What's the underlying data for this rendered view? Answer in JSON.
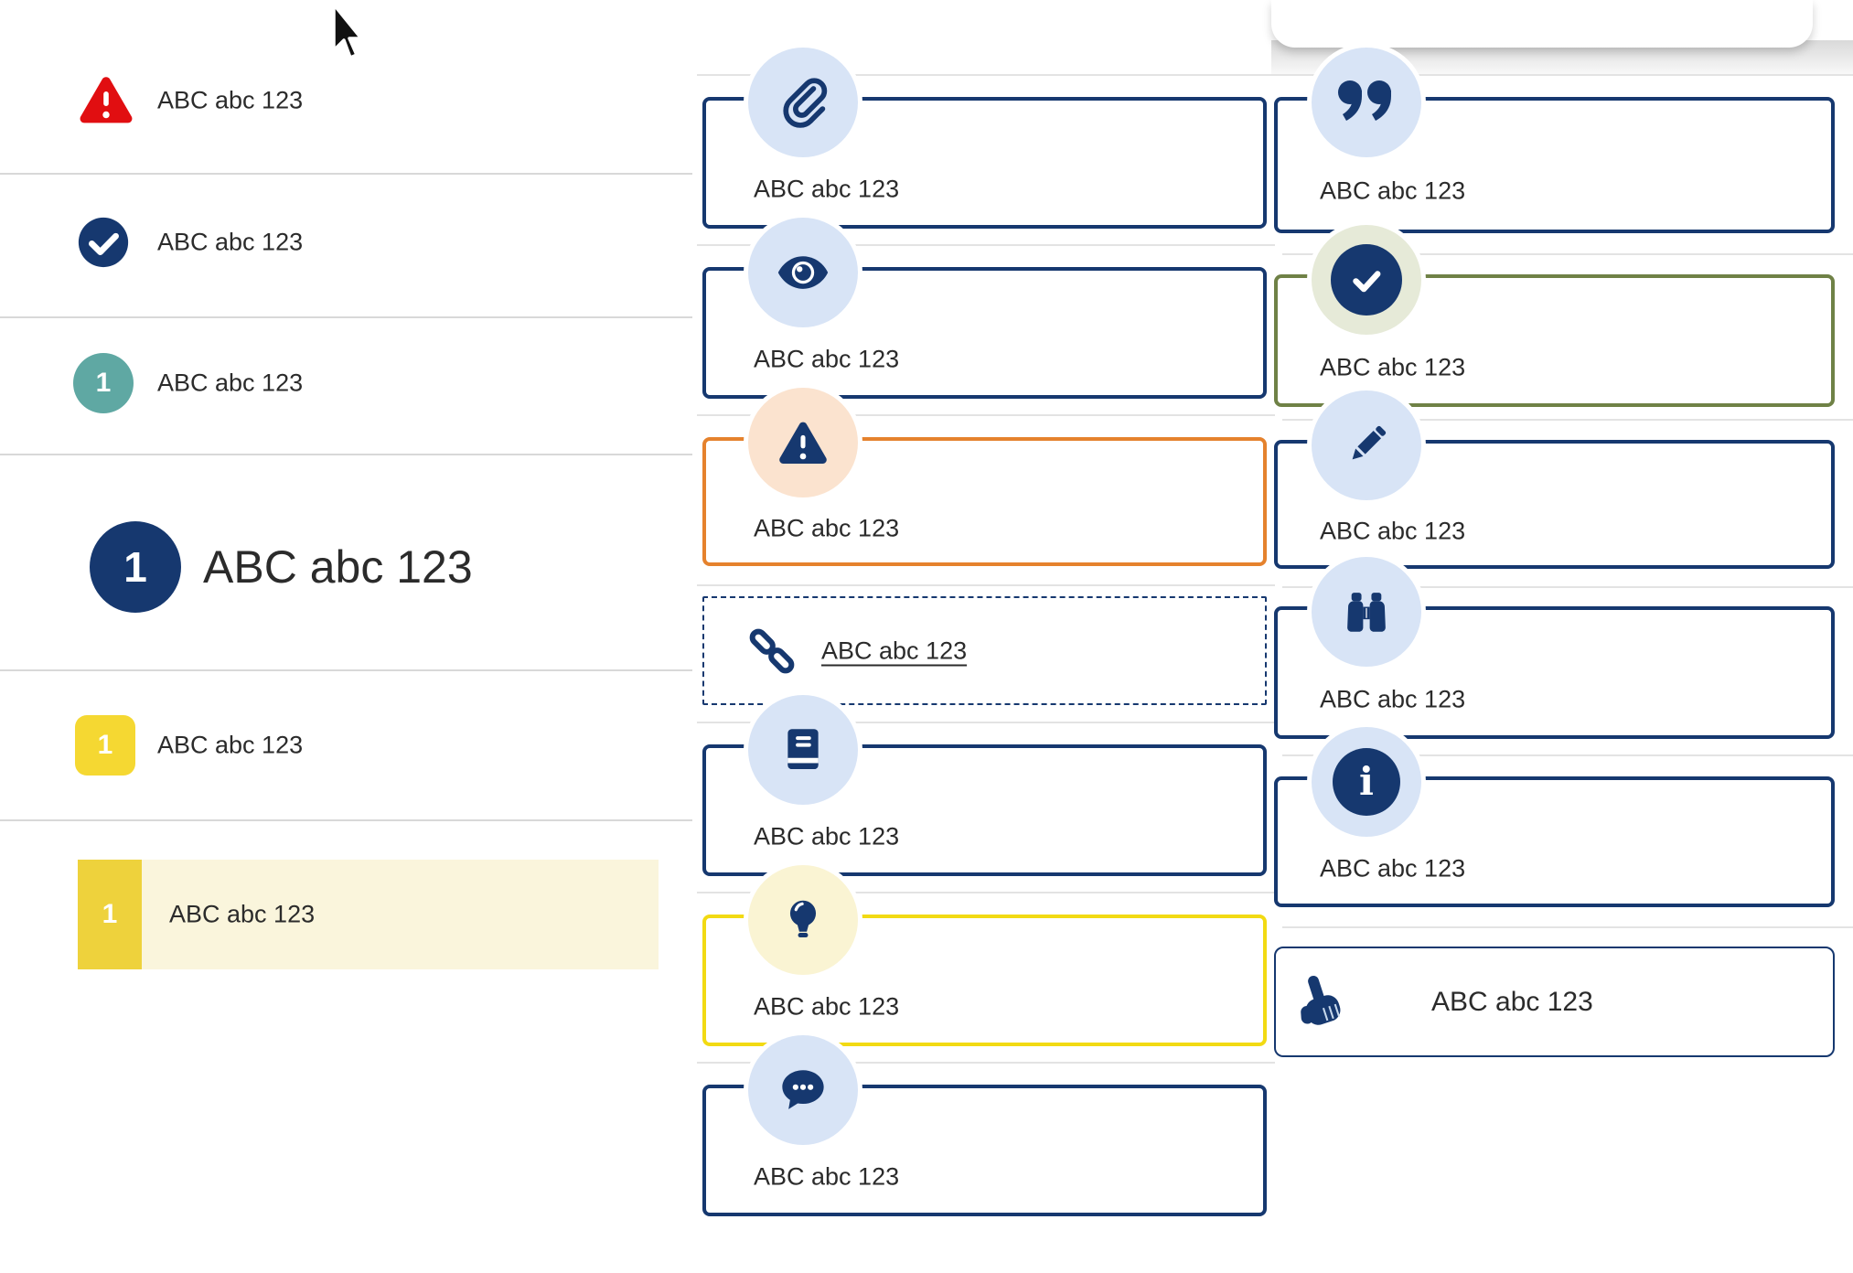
{
  "palette": {
    "navy": "#16386F",
    "lightblue": "#D8E4F6",
    "orange": "#E5822D",
    "peach": "#FBE3CF",
    "yellow": "#F2DA12",
    "paleyellow": "#FAF4D3",
    "olive": "#6F8146",
    "sage": "#E6EAD8",
    "red": "#E10E11",
    "teal": "#5FA8A3",
    "yellowsq": "#F5D832",
    "hlbar": "#EED23C",
    "hlbg": "#FAF5DC",
    "text": "#2B2B2B",
    "divider": "#D8D8D8",
    "sep": "#E3E3E3"
  },
  "left_list": {
    "items": [
      {
        "icon": "warning-triangle-icon",
        "label": "ABC abc 123"
      },
      {
        "icon": "check-circle-icon",
        "label": "ABC abc 123"
      },
      {
        "icon": "number-badge",
        "number": "1",
        "label": "ABC abc 123"
      },
      {
        "icon": "number-badge-large",
        "number": "1",
        "label": "ABC abc 123"
      },
      {
        "icon": "number-square-badge",
        "number": "1",
        "label": "ABC abc 123"
      },
      {
        "icon": "number-bar-badge",
        "number": "1",
        "label": "ABC abc 123"
      }
    ]
  },
  "middle_callouts": [
    {
      "icon": "paperclip-icon",
      "style": "navy",
      "label": "ABC abc 123"
    },
    {
      "icon": "eye-icon",
      "style": "navy",
      "label": "ABC abc 123"
    },
    {
      "icon": "warning-icon",
      "style": "orange",
      "label": "ABC abc 123"
    },
    {
      "icon": "link-icon",
      "style": "dashed",
      "label": "ABC abc 123"
    },
    {
      "icon": "book-icon",
      "style": "navy",
      "label": "ABC abc 123"
    },
    {
      "icon": "lightbulb-icon",
      "style": "yellow",
      "label": "ABC abc 123"
    },
    {
      "icon": "chat-icon",
      "style": "navy",
      "label": "ABC abc 123"
    }
  ],
  "right_callouts": [
    {
      "icon": "quote-icon",
      "style": "navy",
      "label": "ABC abc 123"
    },
    {
      "icon": "check-icon",
      "style": "olive",
      "label": "ABC abc 123"
    },
    {
      "icon": "pencil-icon",
      "style": "navy",
      "label": "ABC abc 123"
    },
    {
      "icon": "binoculars-icon",
      "style": "navy",
      "label": "ABC abc 123"
    },
    {
      "icon": "info-icon",
      "style": "navy",
      "label": "ABC abc 123"
    },
    {
      "icon": "hand-pointer-icon",
      "style": "navy-thin",
      "label": "ABC abc 123"
    }
  ]
}
